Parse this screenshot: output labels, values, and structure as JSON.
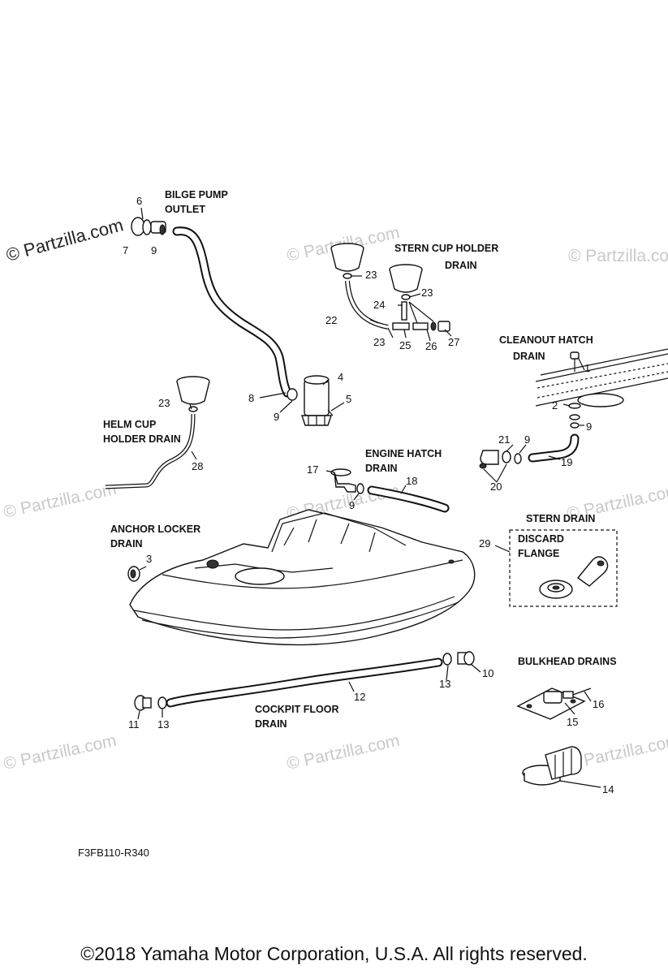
{
  "watermark": "© Partzilla.com",
  "diagram_code": "F3FB110-R340",
  "copyright": "©2018  Yamaha Motor Corporation, U.S.A. All rights reserved.",
  "labels": {
    "bilge_line1": "BILGE PUMP",
    "bilge_line2": "OUTLET",
    "stern_cup_line1": "STERN CUP HOLDER",
    "stern_cup_line2": "DRAIN",
    "cleanout_line1": "CLEANOUT HATCH",
    "cleanout_line2": "DRAIN",
    "helm_line1": "HELM CUP",
    "helm_line2": "HOLDER DRAIN",
    "engine_line1": "ENGINE  HATCH",
    "engine_line2": "DRAIN",
    "anchor_line1": "ANCHOR LOCKER",
    "anchor_line2": "DRAIN",
    "stern_drain": "STERN DRAIN",
    "discard_line1": "DISCARD",
    "discard_line2": "FLANGE",
    "bulkhead": "BULKHEAD DRAINS",
    "cockpit_line1": "COCKPIT FLOOR",
    "cockpit_line2": "DRAIN"
  },
  "callouts": [
    "1",
    "2",
    "3",
    "4",
    "5",
    "6",
    "7",
    "8",
    "9",
    "10",
    "11",
    "12",
    "13",
    "14",
    "15",
    "16",
    "17",
    "18",
    "19",
    "20",
    "21",
    "22",
    "23",
    "24",
    "25",
    "26",
    "27",
    "28",
    "29"
  ]
}
